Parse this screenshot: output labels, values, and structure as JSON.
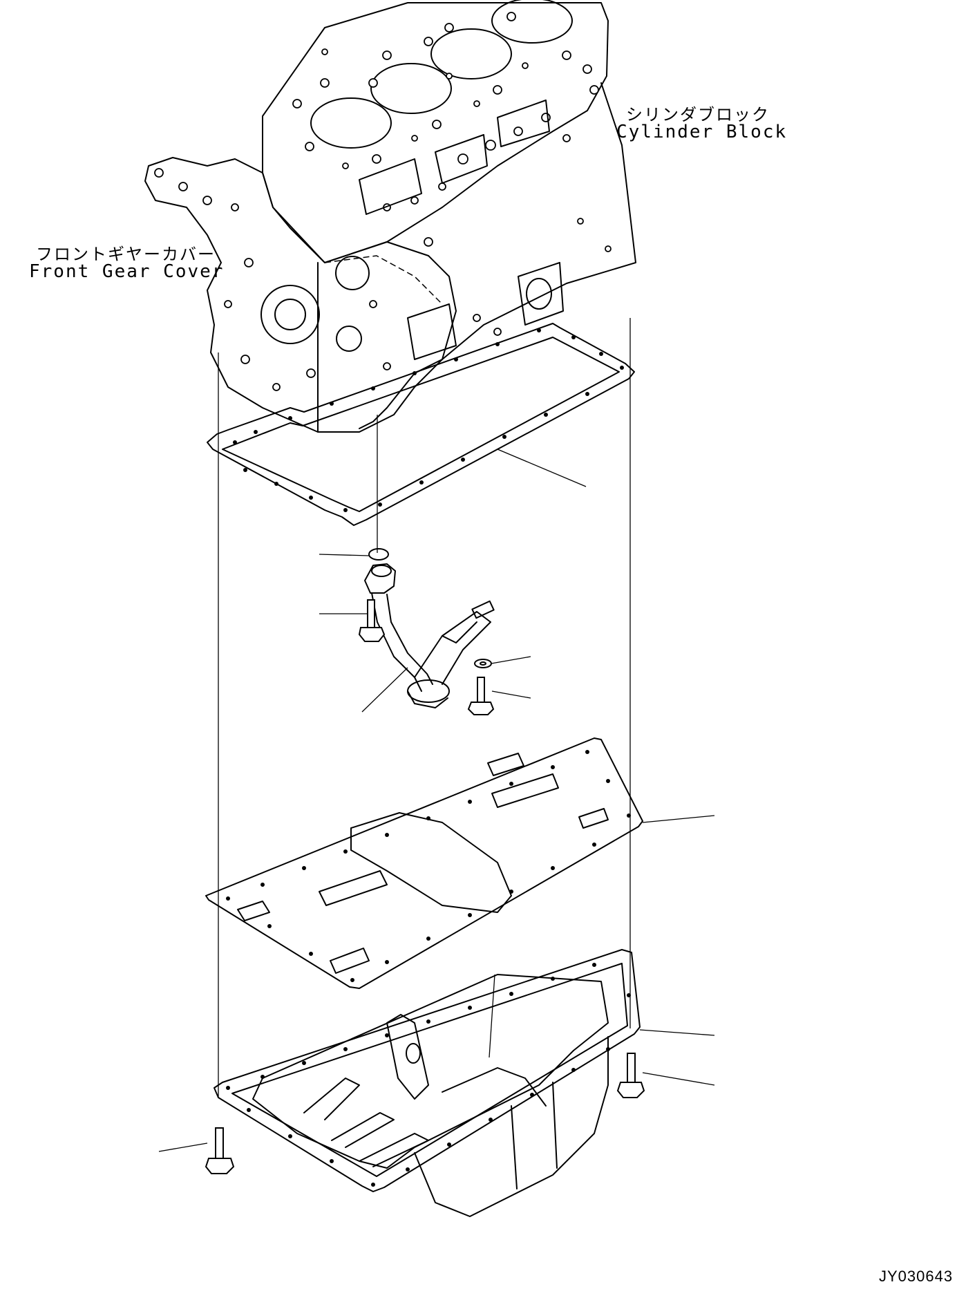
{
  "labels": {
    "cylinder_block_jp": "シリンダブロック",
    "cylinder_block_en": "Cylinder Block",
    "front_gear_cover_jp": "フロントギヤーカバー",
    "front_gear_cover_en": "Front Gear Cover"
  },
  "drawing_code": "JY030643"
}
